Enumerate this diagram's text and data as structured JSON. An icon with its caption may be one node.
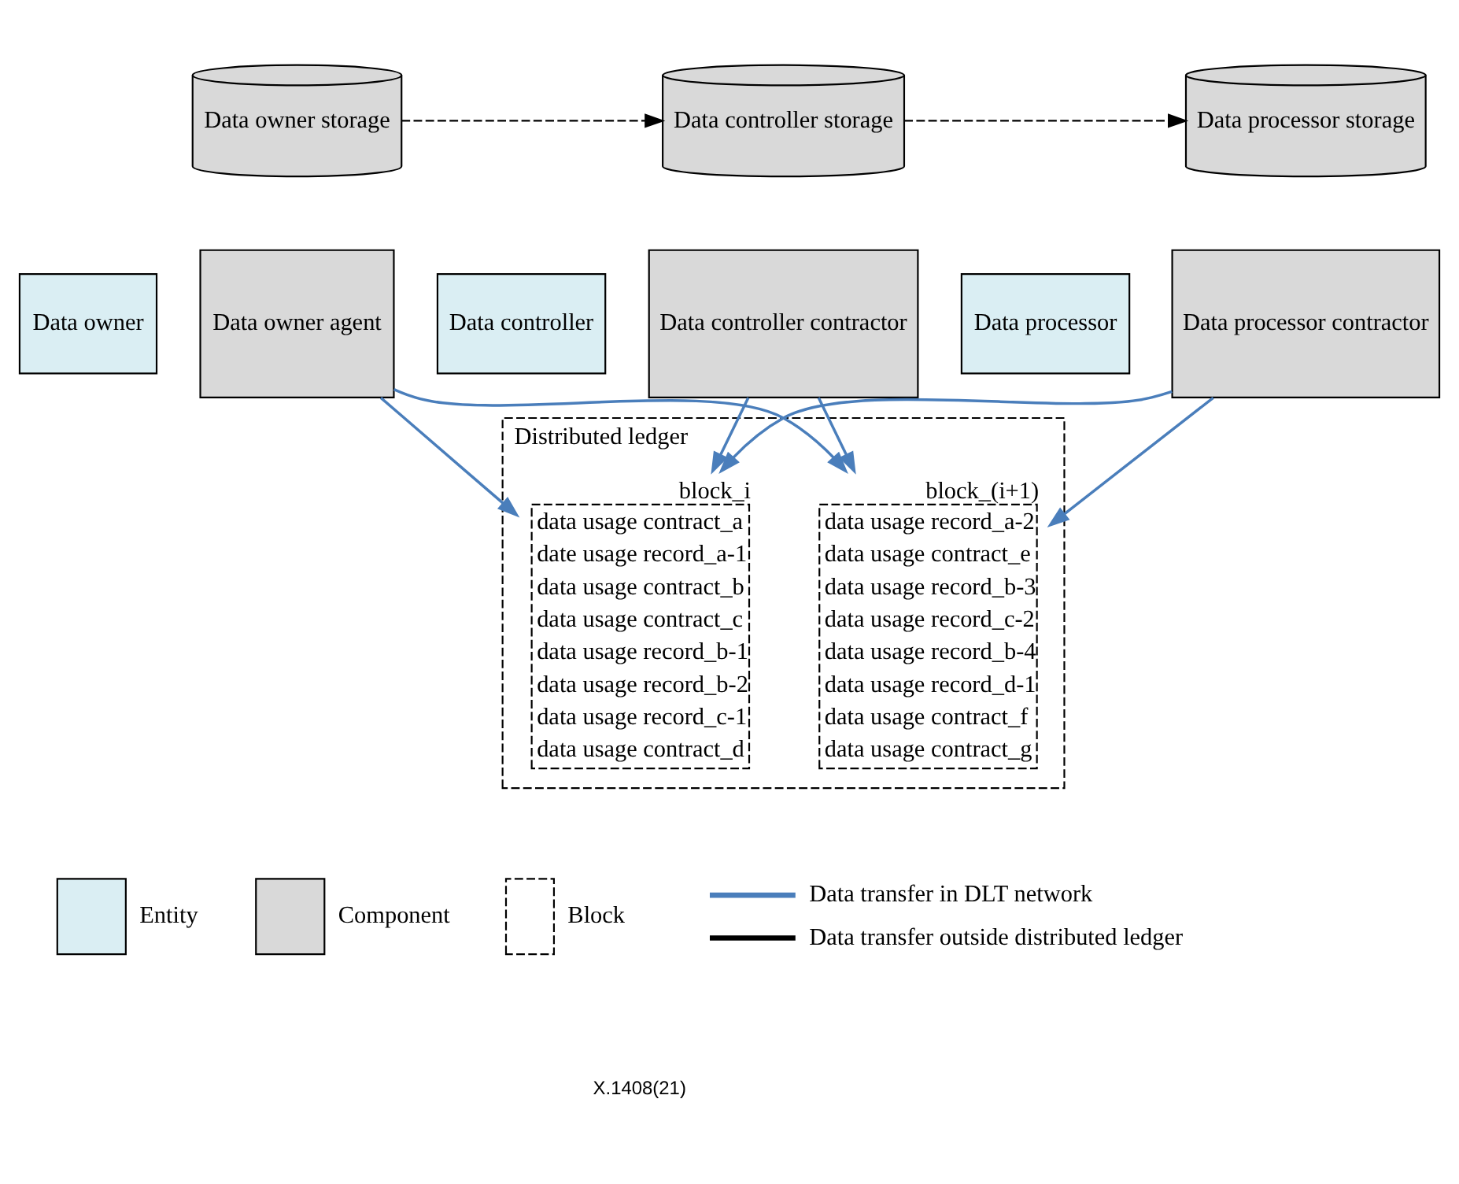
{
  "diagram": {
    "nodes": [
      {
        "text": [
          "Data owner storage"
        ]
      },
      {
        "text": [
          "Data controller storage"
        ]
      },
      {
        "text": [
          "Data processor storage"
        ]
      },
      {
        "text": [
          "Data owner agent"
        ]
      },
      {
        "text": [
          "Data owner"
        ]
      },
      {
        "text": [
          "Data controller contractor"
        ]
      },
      {
        "text": [
          "Data controller"
        ]
      },
      {
        "text": [
          "Data processor contractor"
        ]
      },
      {
        "text": [
          "Data processor"
        ]
      },
      {
        "text": [
          "Distributed ledger"
        ]
      },
      {
        "text": [
          "block_i",
          "data usage contract_a",
          "date usage record_a-1",
          "data usage contract_b",
          "data usage contract_c",
          "data usage record_b-1",
          "data usage record_b-2",
          "data usage record_c-1",
          "data usage contract_d"
        ],
        "in": 9
      },
      {
        "text": [
          "block_(i+1)",
          "data usage record_a-2",
          "data usage contract_e",
          "data usage record_b-3",
          "data usage record_c-2",
          "data usage record_b-4",
          "data usage record_d-1",
          "data usage contract_f",
          "data usage contract_g"
        ],
        "in": 9
      }
    ],
    "edges": [
      {
        "from": 0,
        "to": 1,
        "arrow": "to",
        "style": "dashed",
        "color": "#000000"
      },
      {
        "from": 1,
        "to": 2,
        "arrow": "to",
        "style": "dashed",
        "color": "#000000"
      },
      {
        "from": 3,
        "to": 10,
        "arrow": "to"
      },
      {
        "from": 3,
        "to": 11,
        "arrow": "to"
      },
      {
        "from": 5,
        "to": 10,
        "arrow": "to"
      },
      {
        "from": 5,
        "to": 11,
        "arrow": "to"
      },
      {
        "from": 7,
        "to": 10,
        "arrow": "to"
      },
      {
        "from": 7,
        "to": 11,
        "arrow": "to"
      }
    ],
    "labels": [
      "X.1408(21)"
    ],
    "legend": [
      {
        "text": "Entity",
        "color": "#daeef3"
      },
      {
        "text": "Component",
        "color": "#d9d9d9"
      },
      {
        "text": "Block"
      },
      {
        "text": "Data transfer in DLT network"
      },
      {
        "text": "Data transfer outside distributed ledger"
      }
    ]
  }
}
